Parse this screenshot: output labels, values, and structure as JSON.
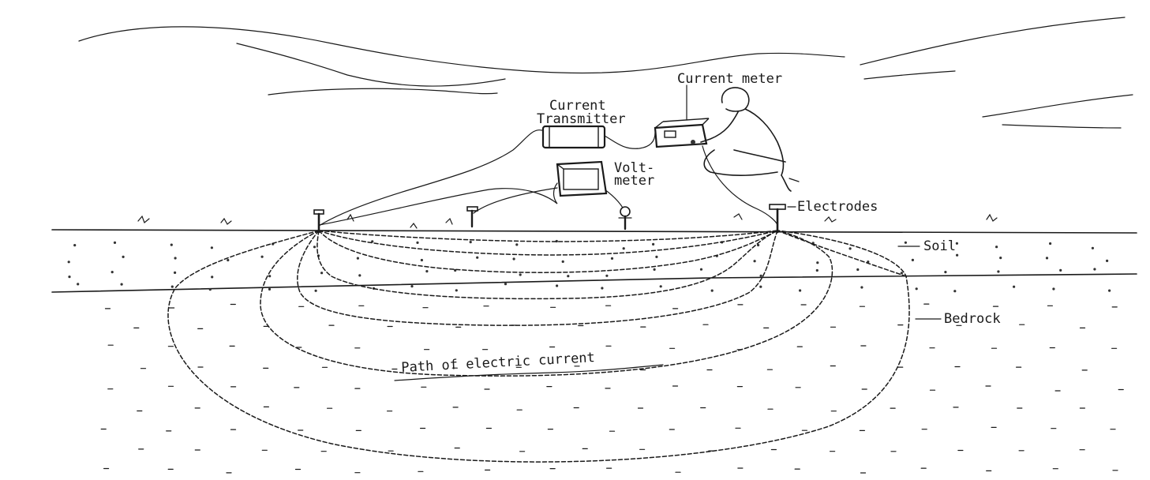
{
  "labels": {
    "current_meter": "Current meter",
    "current_transmitter_line1": "Current",
    "current_transmitter_line2": "Transmitter",
    "voltmeter_line1": "Volt-",
    "voltmeter_line2": "meter",
    "electrodes": "Electrodes",
    "soil": "Soil",
    "bedrock": "Bedrock",
    "path_of_current": "Path of electric current"
  },
  "colors": {
    "ink": "#1a1a1a",
    "background": "#ffffff"
  }
}
